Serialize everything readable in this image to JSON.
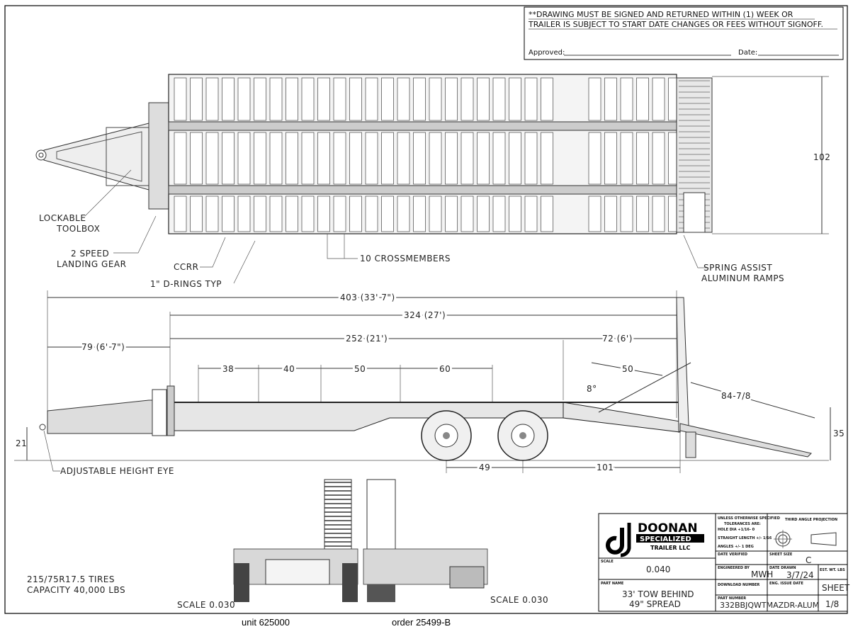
{
  "notice": {
    "line1": "**DRAWING MUST BE SIGNED AND RETURNED WITHIN (1) WEEK OR",
    "line2": "TRAILER IS SUBJECT TO START DATE CHANGES OR FEES WITHOUT SIGNOFF.",
    "approved_label": "Approved:",
    "date_label": "Date:"
  },
  "top_view": {
    "labels": {
      "toolbox": "LOCKABLE TOOLBOX",
      "toolbox_l1": "LOCKABLE",
      "toolbox_l2": "TOOLBOX",
      "landing_l1": "2 SPEED",
      "landing_l2": "LANDING GEAR",
      "ccrr": "CCRR",
      "drings": "1\" D-RINGS TYP",
      "crossmembers": "10 CROSSMEMBERS",
      "ramps_l1": "SPRING ASSIST",
      "ramps_l2": "ALUMINUM RAMPS",
      "width": "102"
    }
  },
  "side_view": {
    "dims": {
      "overall": "403 (33' 7\")",
      "deck": "324 (27')",
      "main": "252 (21')",
      "tongue": "79 (6' 7\")",
      "dovetail": "72 (6')",
      "d1": "38",
      "d2": "40",
      "d3": "50",
      "d4": "60",
      "d5": "50",
      "angle": "8°",
      "ramp": "84-7/8",
      "height": "35",
      "eye_height": "21",
      "spread": "49",
      "rear": "101"
    },
    "eye_label": "ADJUSTABLE HEIGHT EYE"
  },
  "specs": {
    "tires": "215/75R17.5 TIRES",
    "capacity": "CAPACITY 40,000 LBS"
  },
  "rear_views": {
    "scale_left": "SCALE 0.030",
    "scale_right": "SCALE 0.030"
  },
  "title_block": {
    "logo": {
      "name": "DOONAN",
      "sub": "SPECIALIZED",
      "llc": "TRAILER LLC"
    },
    "tolerances": {
      "l1": "UNLESS OTHERWISE SPECIFIED",
      "l2": "TOLERANCES ARE:",
      "l3": "HOLE DIA +1/16- 0",
      "l4": "STRAIGHT LENGTH +/- 1/16",
      "l5": "ANGLES +/- 1 DEG"
    },
    "projection_label": "THIRD ANGLE PROJECTION",
    "scale_label": "SCALE",
    "scale": "0.040",
    "date_verified_label": "DATE VERIFIED",
    "sheet_size_label": "SHEET SIZE",
    "sheet_size": "C",
    "engineered_by_label": "ENGINEERED BY",
    "engineered_by": "MWH",
    "date_drawn_label": "DATE DRAWN",
    "date_drawn": "3/7/24",
    "est_wt_label": "EST. WT. LBS",
    "part_name_label": "PART NAME",
    "part_name_l1": "33' TOW BEHIND",
    "part_name_l2": "49\" SPREAD",
    "download_label": "DOWNLOAD NUMBER",
    "eng_issue_label": "ENG. ISSUE DATE",
    "sheet_label": "SHEET",
    "sheet": "1/8",
    "part_number_label": "PART NUMBER",
    "part_number": "332BBJQWTMAZDR-ALUM"
  },
  "footer": {
    "unit": "unit 625000",
    "order": "order 25499-B"
  }
}
